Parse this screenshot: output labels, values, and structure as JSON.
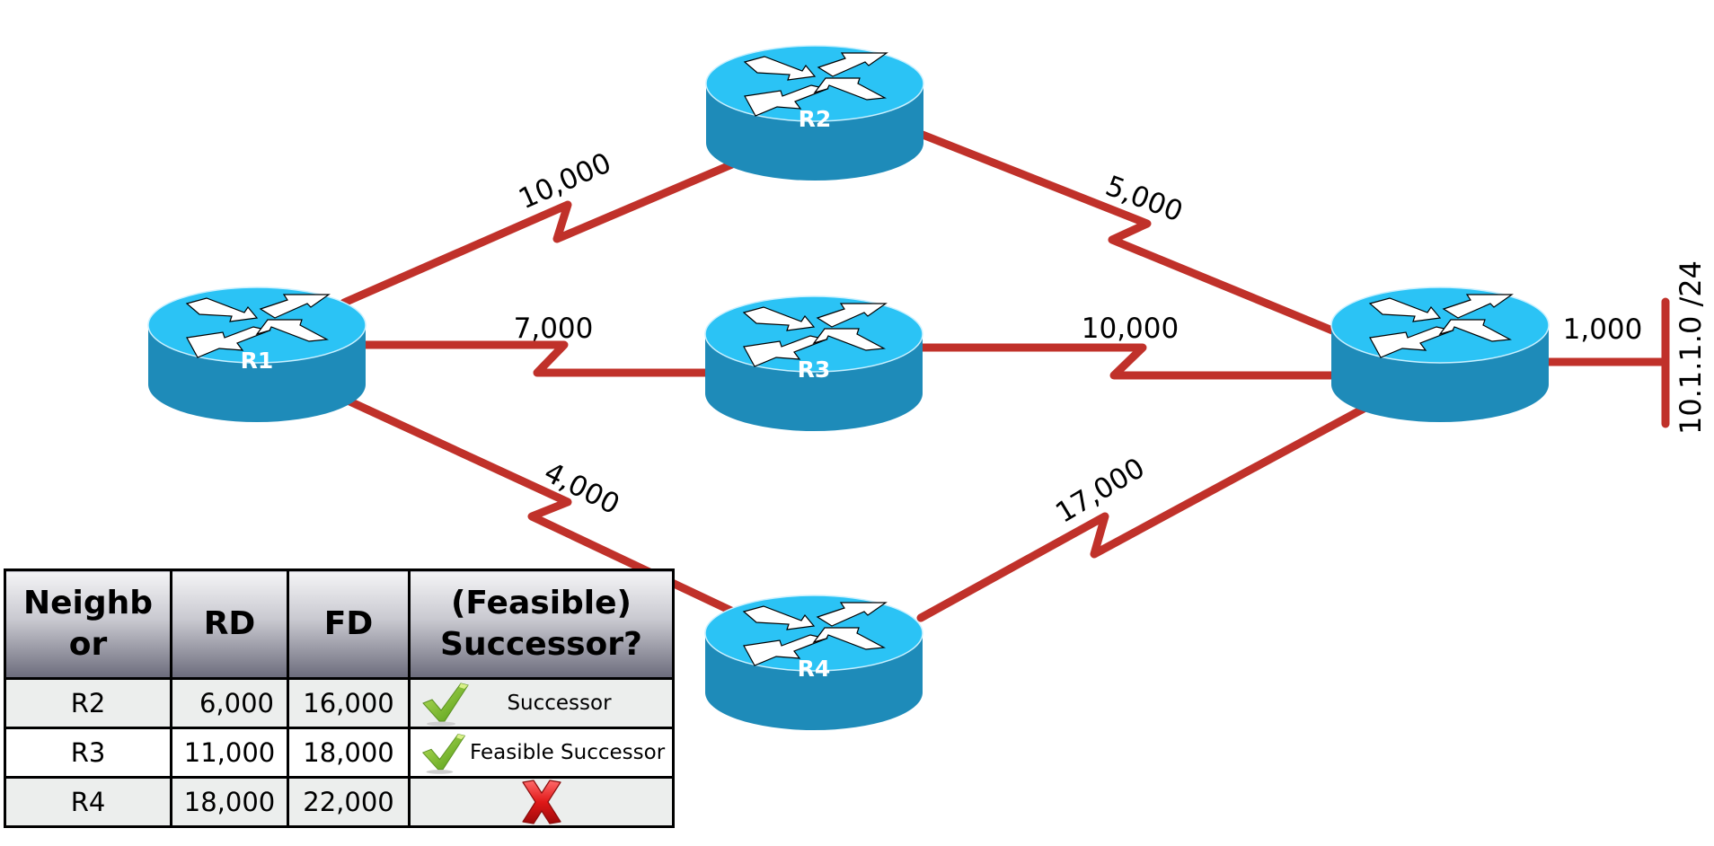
{
  "diagram": {
    "colors": {
      "link": "#c0312a",
      "router_top": "#2bc3f5",
      "router_side": "#1e8bb9",
      "router_label": "#ffffff"
    },
    "routers": [
      {
        "id": "R1",
        "label": "R1"
      },
      {
        "id": "R2",
        "label": "R2"
      },
      {
        "id": "R3",
        "label": "R3"
      },
      {
        "id": "R4",
        "label": "R4"
      },
      {
        "id": "R5",
        "label": ""
      }
    ],
    "links": [
      {
        "from": "R1",
        "to": "R2",
        "metric": "10,000",
        "type": "serial"
      },
      {
        "from": "R1",
        "to": "R3",
        "metric": "7,000",
        "type": "serial"
      },
      {
        "from": "R1",
        "to": "R4",
        "metric": "4,000",
        "type": "serial"
      },
      {
        "from": "R2",
        "to": "R5",
        "metric": "5,000",
        "type": "serial"
      },
      {
        "from": "R3",
        "to": "R5",
        "metric": "10,000",
        "type": "serial"
      },
      {
        "from": "R4",
        "to": "R5",
        "metric": "17,000",
        "type": "serial"
      },
      {
        "from": "R5",
        "to": "network",
        "metric": "1,000",
        "type": "ethernet"
      }
    ],
    "network": {
      "label": "10.1.1.0 /24"
    }
  },
  "table": {
    "headers": [
      "Neighb or",
      "RD",
      "FD",
      "(Feasible) Successor?"
    ],
    "header_lines": [
      [
        "Neighb",
        "or"
      ],
      [
        "RD"
      ],
      [
        "FD"
      ],
      [
        "(Feasible)",
        "Successor?"
      ]
    ],
    "rows": [
      {
        "neighbor": "R2",
        "rd": "6,000",
        "fd": "16,000",
        "status": "Successor",
        "icon": "check-icon"
      },
      {
        "neighbor": "R3",
        "rd": "11,000",
        "fd": "18,000",
        "status": "Feasible Successor",
        "icon": "check-icon"
      },
      {
        "neighbor": "R4",
        "rd": "18,000",
        "fd": "22,000",
        "status": "",
        "icon": "x-icon"
      }
    ]
  }
}
